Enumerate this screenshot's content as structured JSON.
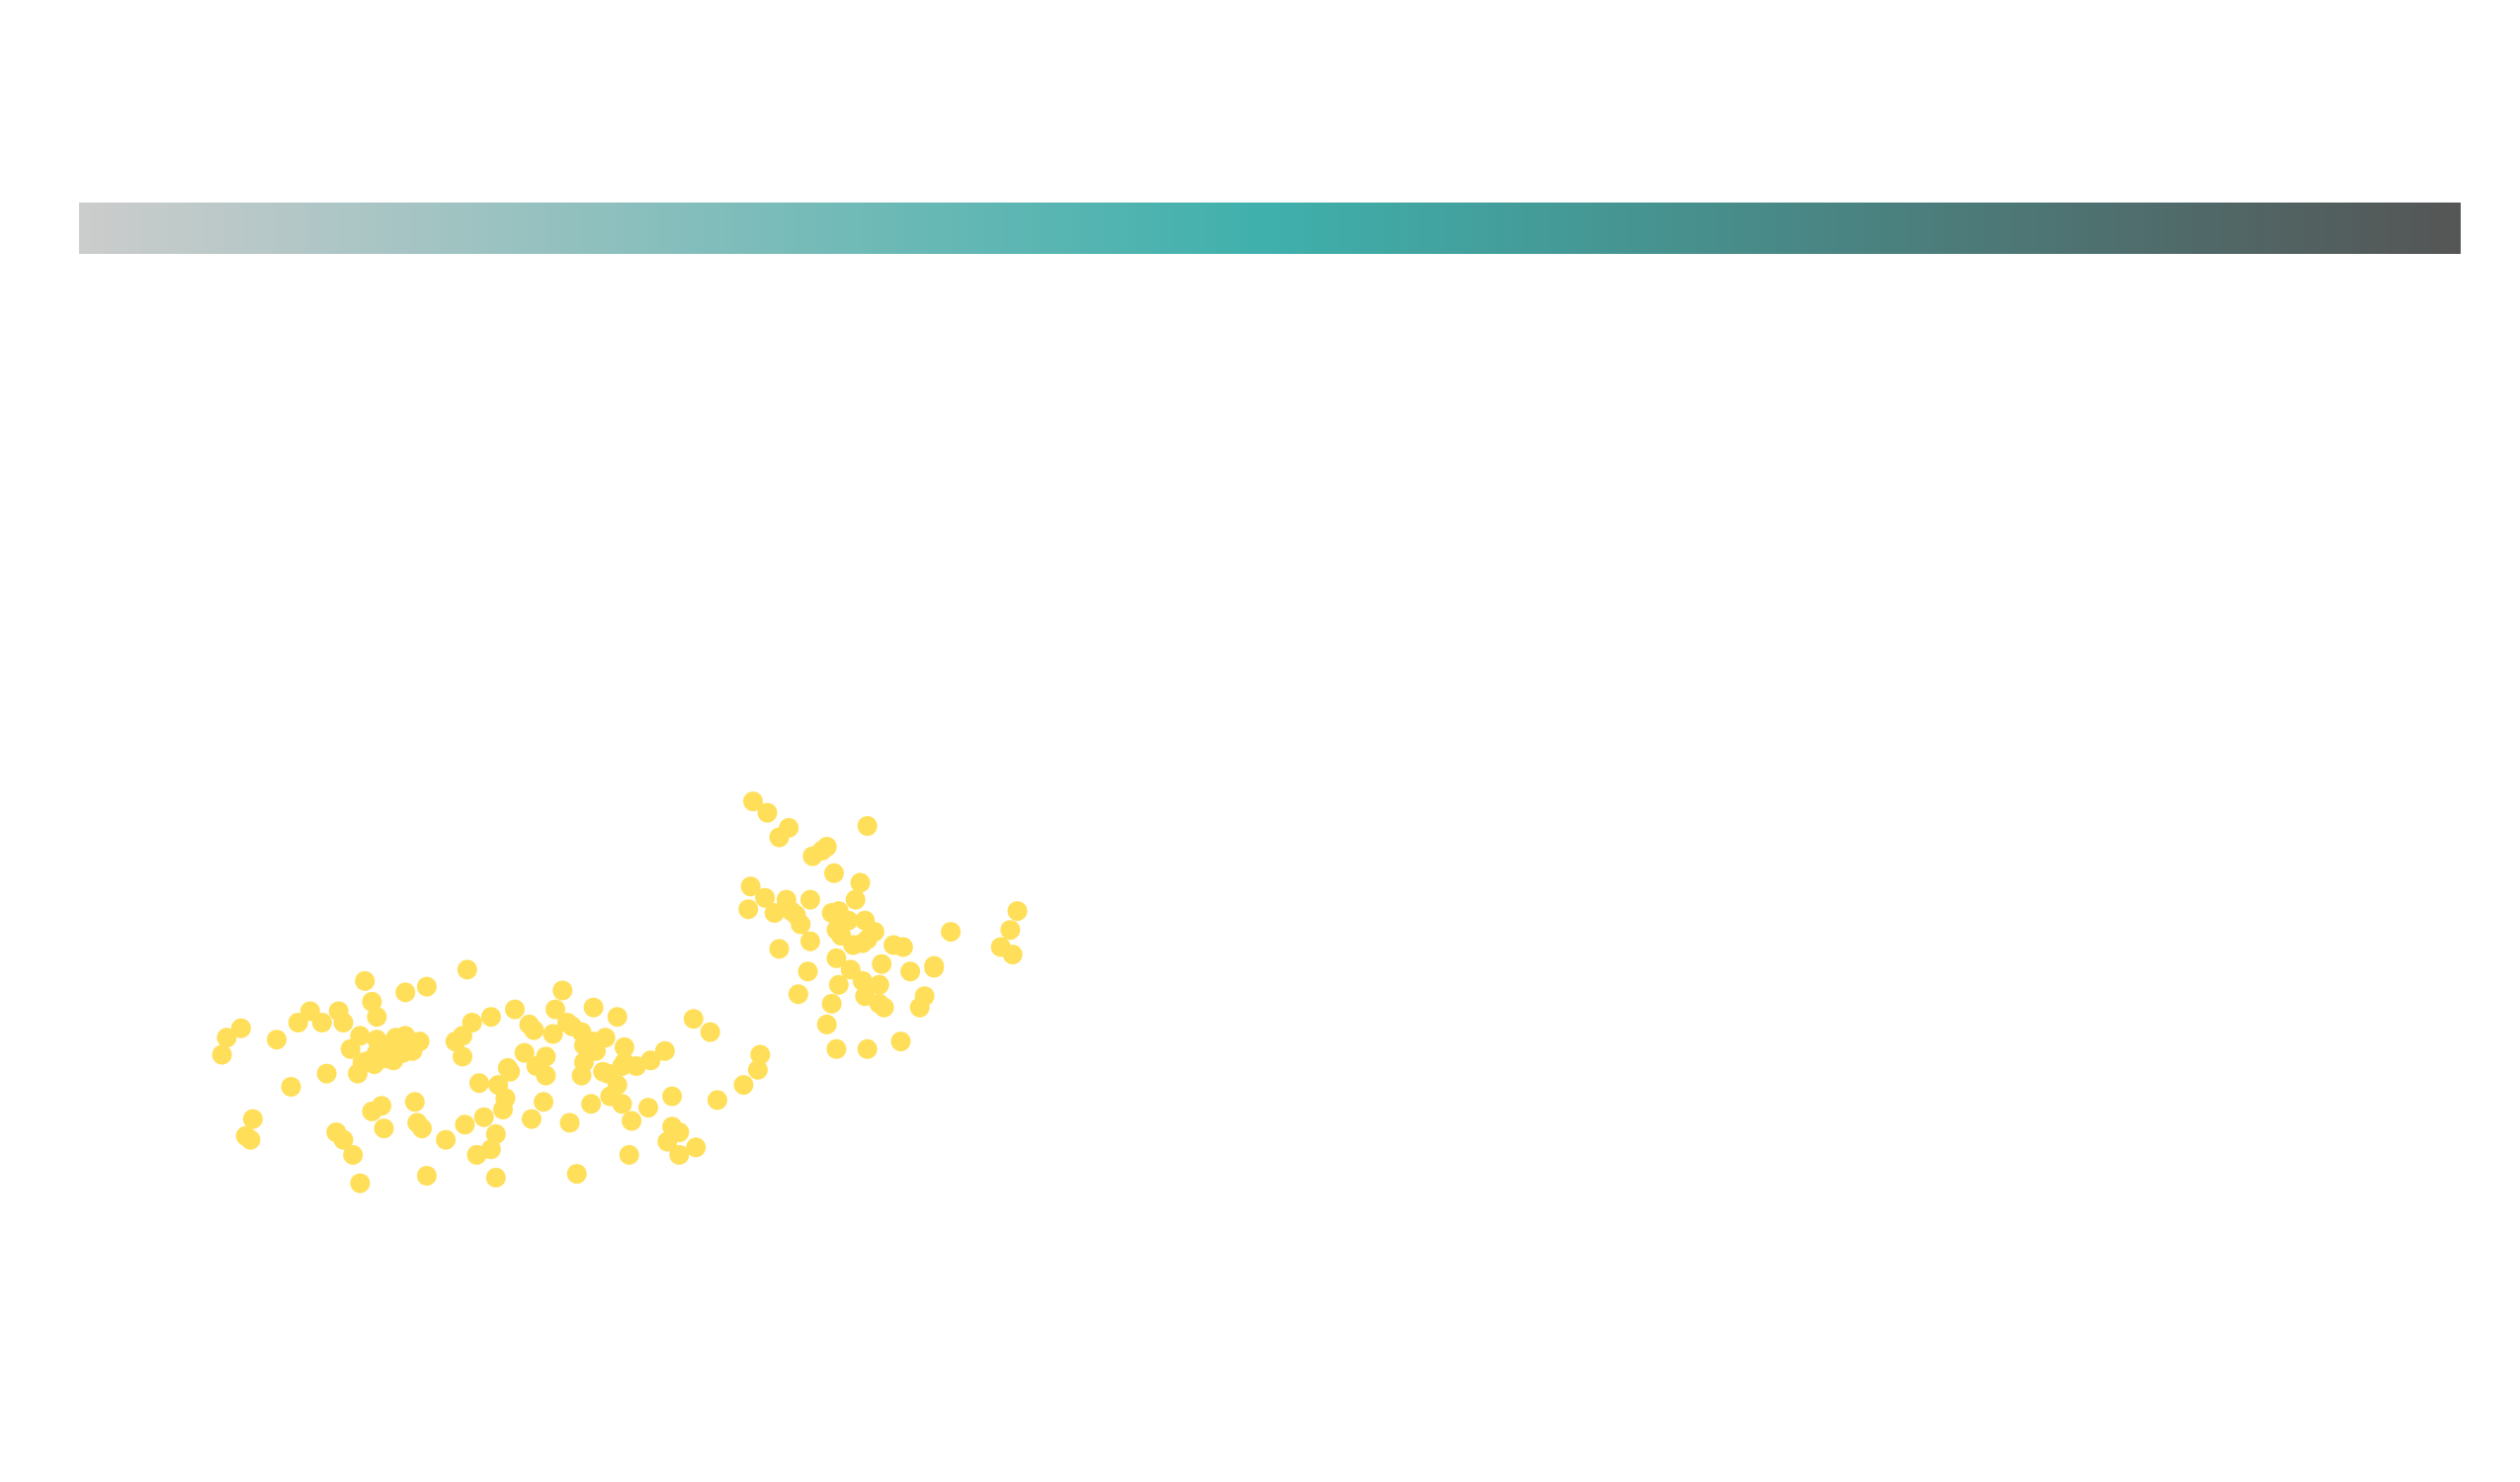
{
  "colors": {
    "background": "#ffffff",
    "point": "#ffdf59",
    "gradient_stops": [
      "#cccccc",
      "#3fb0ac",
      "#555555"
    ]
  },
  "chart_data": {
    "type": "scatter",
    "title": "",
    "xlabel": "",
    "ylabel": "",
    "grid": false,
    "legend": "none",
    "xlim": [
      0,
      1000
    ],
    "ylim": [
      0,
      600
    ],
    "colorbar": {
      "orientation": "horizontal",
      "placement": "top"
    },
    "series": [
      {
        "points": [
          [
            175,
            463
          ],
          [
            209,
            484
          ],
          [
            231,
            474
          ],
          [
            173,
            471
          ],
          [
            144,
            460
          ],
          [
            190,
            455
          ],
          [
            206,
            457
          ],
          [
            195,
            446
          ],
          [
            252,
            474
          ],
          [
            259,
            470
          ],
          [
            249,
            459
          ],
          [
            232,
            456
          ],
          [
            215,
            447
          ],
          [
            226,
            437
          ],
          [
            234,
            427
          ],
          [
            222,
            431
          ],
          [
            249,
            443
          ],
          [
            268,
            445
          ],
          [
            279,
            437
          ],
          [
            285,
            429
          ],
          [
            286,
            421
          ],
          [
            265,
            409
          ],
          [
            258,
            402
          ],
          [
            246,
            419
          ],
          [
            240,
            424
          ],
          [
            221,
            412
          ],
          [
            217,
            419
          ],
          [
            211,
            432
          ],
          [
            212,
            425
          ],
          [
            205,
            404
          ],
          [
            203,
            387
          ],
          [
            189,
            405
          ],
          [
            179,
            444
          ],
          [
            178,
            450
          ],
          [
            167,
            474
          ],
          [
            154,
            466
          ],
          [
            165,
            404
          ],
          [
            176,
            437
          ],
          [
            180,
            428
          ],
          [
            196,
            432
          ],
          [
            200,
            397
          ],
          [
            207,
            406
          ],
          [
            212,
            416
          ],
          [
            211,
            409
          ],
          [
            199,
            410
          ],
          [
            228,
            447
          ],
          [
            239,
            449
          ],
          [
            223,
            443
          ],
          [
            216,
            414
          ],
          [
            229,
            417
          ],
          [
            247,
            467
          ],
          [
            170,
            454
          ],
          [
            168,
            436
          ],
          [
            187,
            420
          ],
          [
            192,
            427
          ],
          [
            220,
            430
          ],
          [
            228,
            427
          ],
          [
            229,
            425
          ],
          [
            252,
            462
          ],
          [
            226,
            401
          ],
          [
            216,
            396
          ]
        ]
      },
      {
        "points": [
          [
            312,
            313
          ],
          [
            283,
            287
          ],
          [
            289,
            293
          ],
          [
            298,
            301
          ],
          [
            294,
            306
          ],
          [
            308,
            316
          ],
          [
            282,
            332
          ],
          [
            281,
            344
          ],
          [
            288,
            338
          ],
          [
            292,
            346
          ],
          [
            303,
            352
          ],
          [
            318,
            370
          ],
          [
            324,
            376
          ],
          [
            316,
            394
          ],
          [
            314,
            405
          ],
          [
            318,
            418
          ],
          [
            331,
            418
          ],
          [
            345,
            414
          ],
          [
            338,
            396
          ],
          [
            336,
            384
          ],
          [
            353,
            396
          ],
          [
            359,
            375
          ],
          [
            355,
            390
          ],
          [
            329,
            382
          ],
          [
            337,
            373
          ],
          [
            346,
            364
          ],
          [
            334,
            356
          ],
          [
            330,
            350
          ],
          [
            323,
            350
          ],
          [
            319,
            345
          ],
          [
            316,
            346
          ],
          [
            307,
            339
          ],
          [
            301,
            347
          ],
          [
            299,
            345
          ],
          [
            297,
            339
          ],
          [
            317,
            325
          ],
          [
            314,
            311
          ],
          [
            331,
            300
          ],
          [
            328,
            330
          ],
          [
            326,
            339
          ],
          [
            318,
            355
          ],
          [
            320,
            358
          ],
          [
            307,
            361
          ],
          [
            294,
            365
          ],
          [
            306,
            377
          ],
          [
            319,
            384
          ],
          [
            302,
            389
          ],
          [
            329,
            362
          ],
          [
            331,
            360
          ],
          [
            325,
            363
          ],
          [
            330,
            390
          ],
          [
            349,
            377
          ],
          [
            366,
            356
          ],
          [
            394,
            345
          ],
          [
            391,
            355
          ],
          [
            392,
            368
          ],
          [
            387,
            364
          ],
          [
            359,
            374
          ],
          [
            336,
            394
          ],
          [
            342,
            363
          ]
        ]
      },
      {
        "points": [
          [
            62,
            412
          ],
          [
            60,
            421
          ],
          [
            92,
            404
          ],
          [
            68,
            407
          ],
          [
            97,
            398
          ],
          [
            102,
            404
          ],
          [
            109,
            398
          ],
          [
            111,
            404
          ],
          [
            118,
            411
          ],
          [
            125,
            401
          ],
          [
            123,
            393
          ],
          [
            120,
            382
          ],
          [
            137,
            388
          ],
          [
            146,
            385
          ],
          [
            163,
            376
          ],
          [
            173,
            401
          ],
          [
            183,
            397
          ],
          [
            191,
            408
          ],
          [
            196,
            422
          ],
          [
            181,
            430
          ],
          [
            179,
            444
          ],
          [
            162,
            458
          ],
          [
            142,
            457
          ],
          [
            141,
            446
          ],
          [
            127,
            448
          ],
          [
            108,
            462
          ],
          [
            111,
            466
          ],
          [
            115,
            474
          ],
          [
            128,
            460
          ],
          [
            123,
            451
          ],
          [
            104,
            431
          ],
          [
            89,
            438
          ],
          [
            83,
            413
          ],
          [
            73,
            455
          ],
          [
            70,
            464
          ],
          [
            125,
            413
          ],
          [
            125,
            420
          ],
          [
            132,
            415
          ],
          [
            136,
            420
          ],
          [
            128,
            417
          ],
          [
            140,
            419
          ],
          [
            143,
            414
          ],
          [
            129,
            423
          ],
          [
            122,
            424
          ],
          [
            114,
            418
          ],
          [
            124,
            426
          ],
          [
            161,
            422
          ],
          [
            158,
            414
          ],
          [
            137,
            411
          ],
          [
            119,
            425
          ],
          [
            117,
            431
          ],
          [
            161,
            411
          ],
          [
            128,
            421
          ],
          [
            133,
            412
          ],
          [
            126,
            420
          ],
          [
            132,
            424
          ],
          [
            118,
            489
          ],
          [
            175,
            486
          ],
          [
            146,
            485
          ],
          [
            72,
            466
          ]
        ]
      }
    ]
  }
}
